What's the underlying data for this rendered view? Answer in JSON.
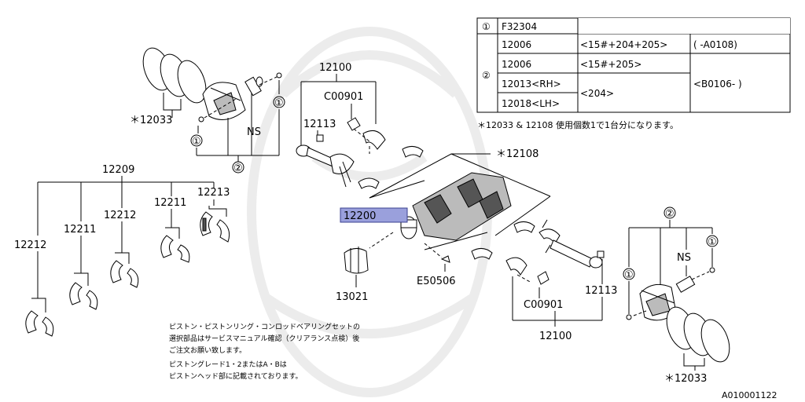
{
  "diagram_id": "A010001122",
  "table": {
    "rows": [
      {
        "circle": "①",
        "c1": "F32304",
        "c2": "",
        "c3": ""
      },
      {
        "circle": "②",
        "c1": "12006",
        "c2": "<15#+204+205>",
        "c3": "(    -A0108)"
      },
      {
        "circle": "",
        "c1": "12006",
        "c2": "<15#+205>",
        "c3": ""
      },
      {
        "circle": "",
        "c1": "12013<RH>",
        "c2": "<204>",
        "c3": "<B0106-    )"
      },
      {
        "circle": "",
        "c1": "12018<LH>",
        "c2": "",
        "c3": ""
      }
    ],
    "footnote": "＊12033 & 12108 使用個数1で1台分になります。"
  },
  "labels": {
    "p12033_top": "＊12033",
    "p12100_top": "12100",
    "c00901_top": "C00901",
    "p12113_top": "12113",
    "ns_top": "NS",
    "circle1_a": "①",
    "circle1_b": "①",
    "circle2_top": "②",
    "p12209": "12209",
    "p12212_a": "12212",
    "p12211_a": "12211",
    "p12211_b": "12211",
    "p12213": "12213",
    "p12212_b": "12212",
    "p12108": "＊12108",
    "p12200": "12200",
    "p13021": "13021",
    "e50506": "E50506",
    "c00901_bot": "C00901",
    "p12113_bot": "12113",
    "p12100_bot": "12100",
    "circle2_bot": "②",
    "ns_bot": "NS",
    "circle1_c": "①",
    "circle1_d": "①",
    "p12033_bot": "＊12033"
  },
  "notes": {
    "line1": "ピストン・ピストンリング・コンロッドベアリングセットの",
    "line2": "選択部品はサービスマニュアル確認（クリアランス点検）後",
    "line3": "ご注文お願い致します。",
    "line4": "ピストングレード1・2またはA・Bは",
    "line5": "ピストンヘッド部に記載されております。"
  },
  "colors": {
    "highlight": "#9aa0dc",
    "line": "#000000",
    "watermark": "#ececec"
  }
}
